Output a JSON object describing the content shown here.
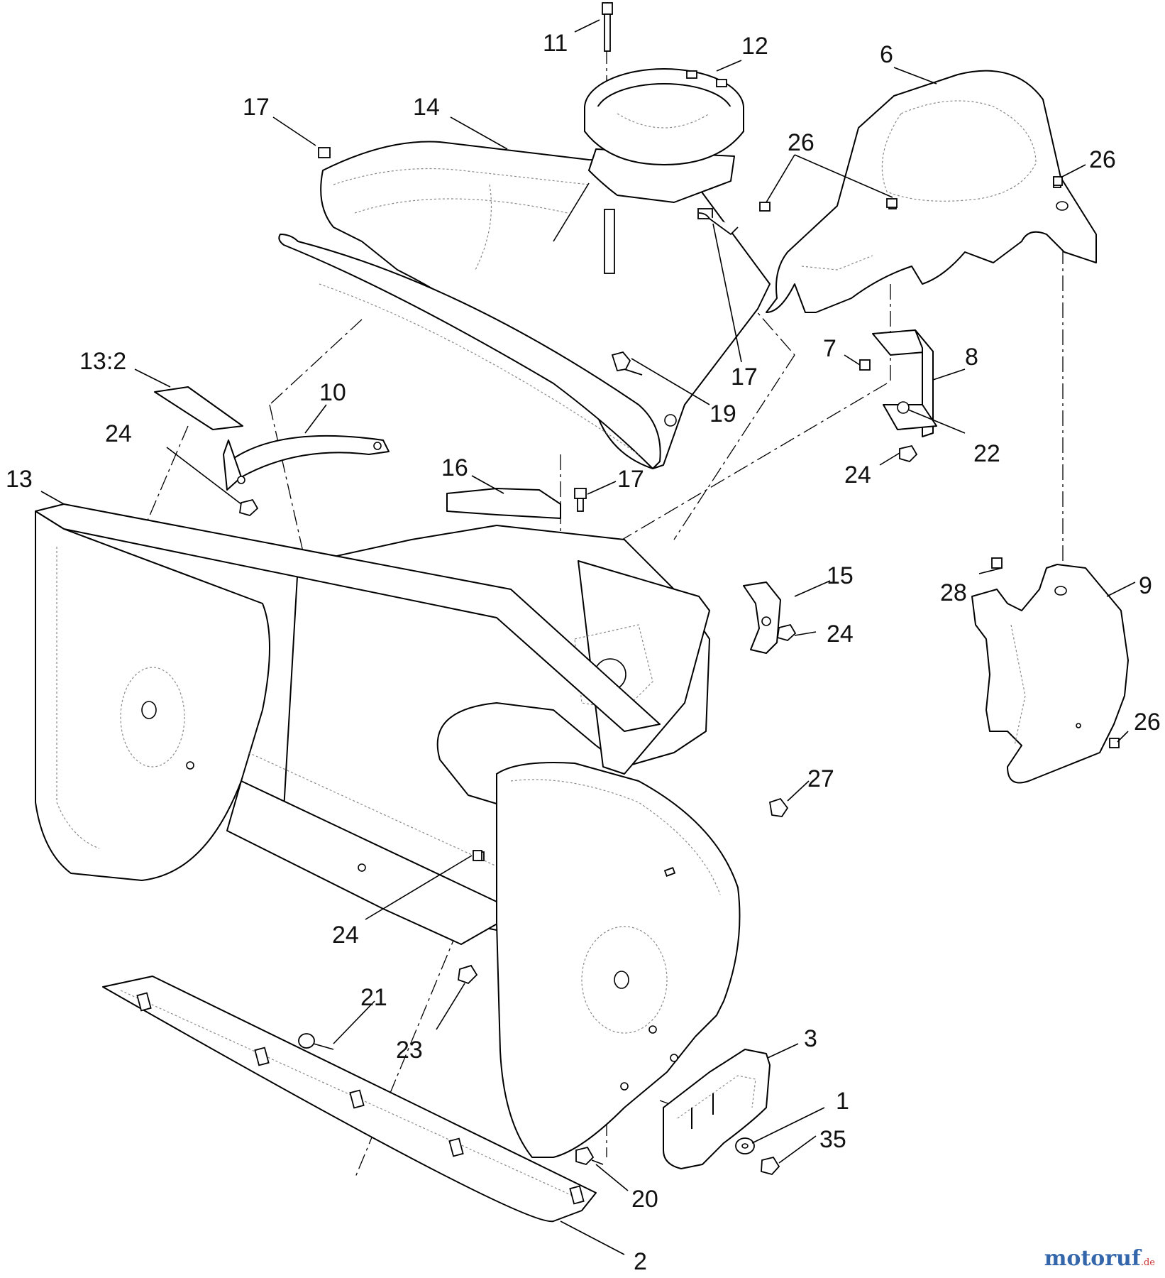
{
  "diagram": {
    "labels": [
      "11",
      "12",
      "6",
      "17",
      "14",
      "26",
      "26",
      "17",
      "19",
      "13:2",
      "10",
      "7",
      "8",
      "24",
      "22",
      "13",
      "16",
      "17",
      "24",
      "15",
      "28",
      "9",
      "24",
      "26",
      "27",
      "24",
      "21",
      "23",
      "3",
      "1",
      "35",
      "20",
      "2"
    ]
  },
  "watermark": {
    "brand": "motoruf",
    "tld": ".de",
    "brand_color": "#3366aa",
    "tld_color": "#cc3333"
  },
  "colors": {
    "line": "#000000",
    "hidden_line": "#888888",
    "background": "#ffffff"
  }
}
